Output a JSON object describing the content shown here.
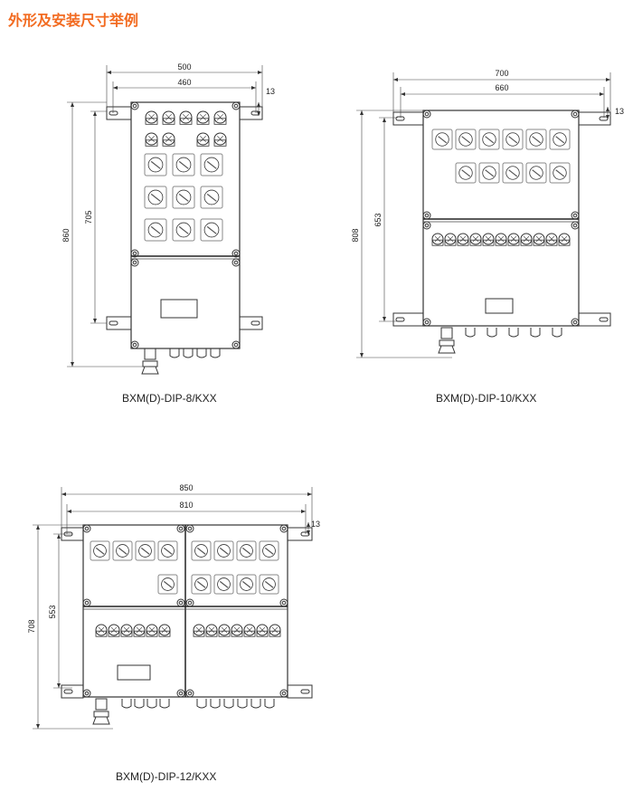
{
  "title": "外形及安装尺寸举例",
  "accent_color": "#f26b21",
  "drawings": [
    {
      "model": "BXM(D)-DIP-8/KXX",
      "overall_width": "500",
      "mount_width": "460",
      "bracket_height": "13",
      "overall_height": "860",
      "mount_height": "705"
    },
    {
      "model": "BXM(D)-DIP-10/KXX",
      "overall_width": "700",
      "mount_width": "660",
      "bracket_height": "13",
      "overall_height": "808",
      "mount_height": "653"
    },
    {
      "model": "BXM(D)-DIP-12/KXX",
      "overall_width": "850",
      "mount_width": "810",
      "bracket_height": "13",
      "overall_height": "708",
      "mount_height": "553"
    }
  ]
}
